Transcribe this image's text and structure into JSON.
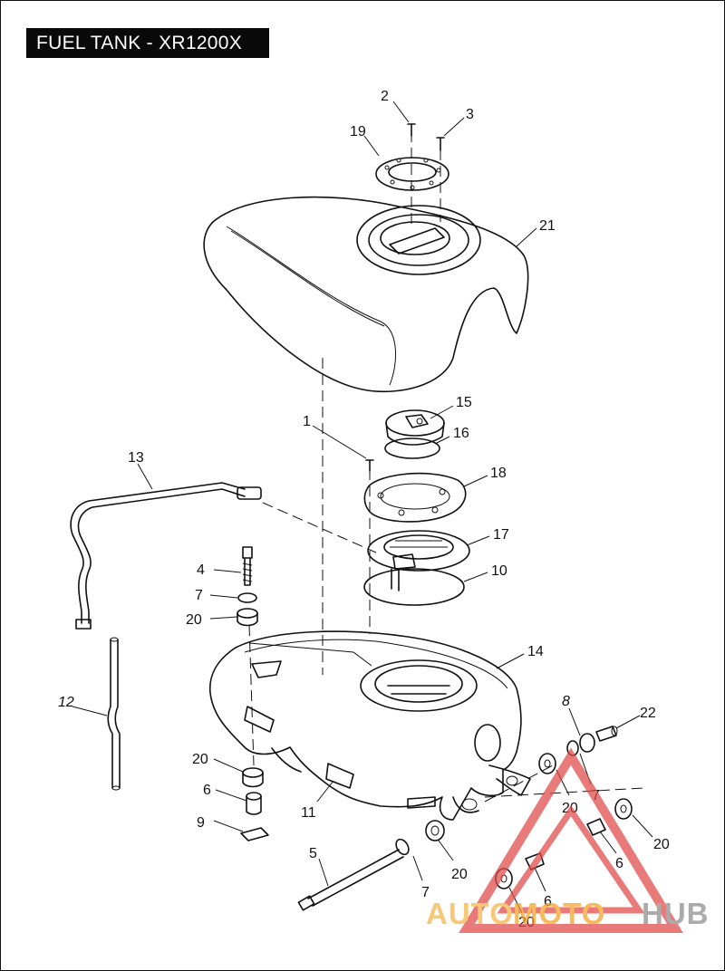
{
  "title": "FUEL TANK - XR1200X",
  "callouts": [
    {
      "id": "c2",
      "label": "2"
    },
    {
      "id": "c3",
      "label": "3"
    },
    {
      "id": "c19",
      "label": "19"
    },
    {
      "id": "c21",
      "label": "21"
    },
    {
      "id": "c15",
      "label": "15"
    },
    {
      "id": "c1",
      "label": "1"
    },
    {
      "id": "c16",
      "label": "16"
    },
    {
      "id": "c13",
      "label": "13"
    },
    {
      "id": "c18",
      "label": "18"
    },
    {
      "id": "c17",
      "label": "17"
    },
    {
      "id": "c10",
      "label": "10"
    },
    {
      "id": "c4",
      "label": "4"
    },
    {
      "id": "c7a",
      "label": "7"
    },
    {
      "id": "c20a",
      "label": "20"
    },
    {
      "id": "c14",
      "label": "14"
    },
    {
      "id": "c12",
      "label": "12"
    },
    {
      "id": "c8",
      "label": "8"
    },
    {
      "id": "c22",
      "label": "22"
    },
    {
      "id": "c20b",
      "label": "20"
    },
    {
      "id": "c7b",
      "label": "7"
    },
    {
      "id": "c6a",
      "label": "6"
    },
    {
      "id": "c20c",
      "label": "20"
    },
    {
      "id": "c11",
      "label": "11"
    },
    {
      "id": "c9",
      "label": "9"
    },
    {
      "id": "c20d",
      "label": "20"
    },
    {
      "id": "c6b",
      "label": "6"
    },
    {
      "id": "c5",
      "label": "5"
    },
    {
      "id": "c20e",
      "label": "20"
    },
    {
      "id": "c7c",
      "label": "7"
    },
    {
      "id": "c6c",
      "label": "6"
    },
    {
      "id": "c20f",
      "label": "20"
    }
  ],
  "watermark": {
    "part1": "AUTO",
    "part2": "MOTO",
    "part3": "HUB",
    "color1": "#f5b342",
    "color2": "#f0a020",
    "color3": "#8c8c8c",
    "triangle_color": "#e04848"
  }
}
